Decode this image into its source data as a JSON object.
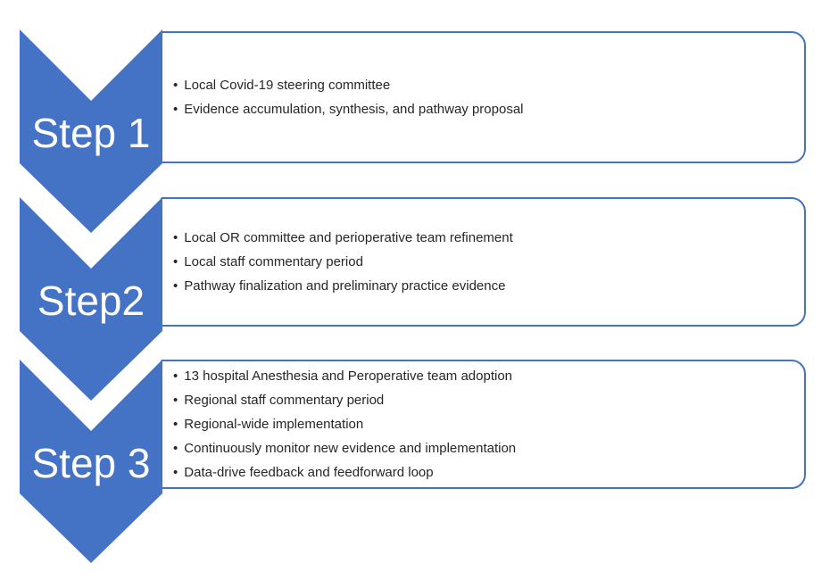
{
  "diagram": {
    "type": "vertical-chevron-list",
    "accent_color": "#4472C4",
    "label_text_color": "#ffffff",
    "body_text_color": "#262626",
    "background_color": "#ffffff",
    "steps": [
      {
        "label": "Step 1",
        "items": [
          "Local Covid-19 steering committee",
          "Evidence accumulation, synthesis, and pathway proposal"
        ]
      },
      {
        "label": "Step2",
        "items": [
          "Local OR committee and perioperative team refinement",
          "Local staff commentary period",
          "Pathway finalization and preliminary practice evidence"
        ]
      },
      {
        "label": "Step 3",
        "items": [
          "13 hospital Anesthesia and Peroperative team adoption",
          "Regional staff commentary period",
          "Regional-wide implementation",
          "Continuously monitor new evidence and implementation",
          "Data-drive feedback and feedforward loop"
        ]
      }
    ]
  }
}
